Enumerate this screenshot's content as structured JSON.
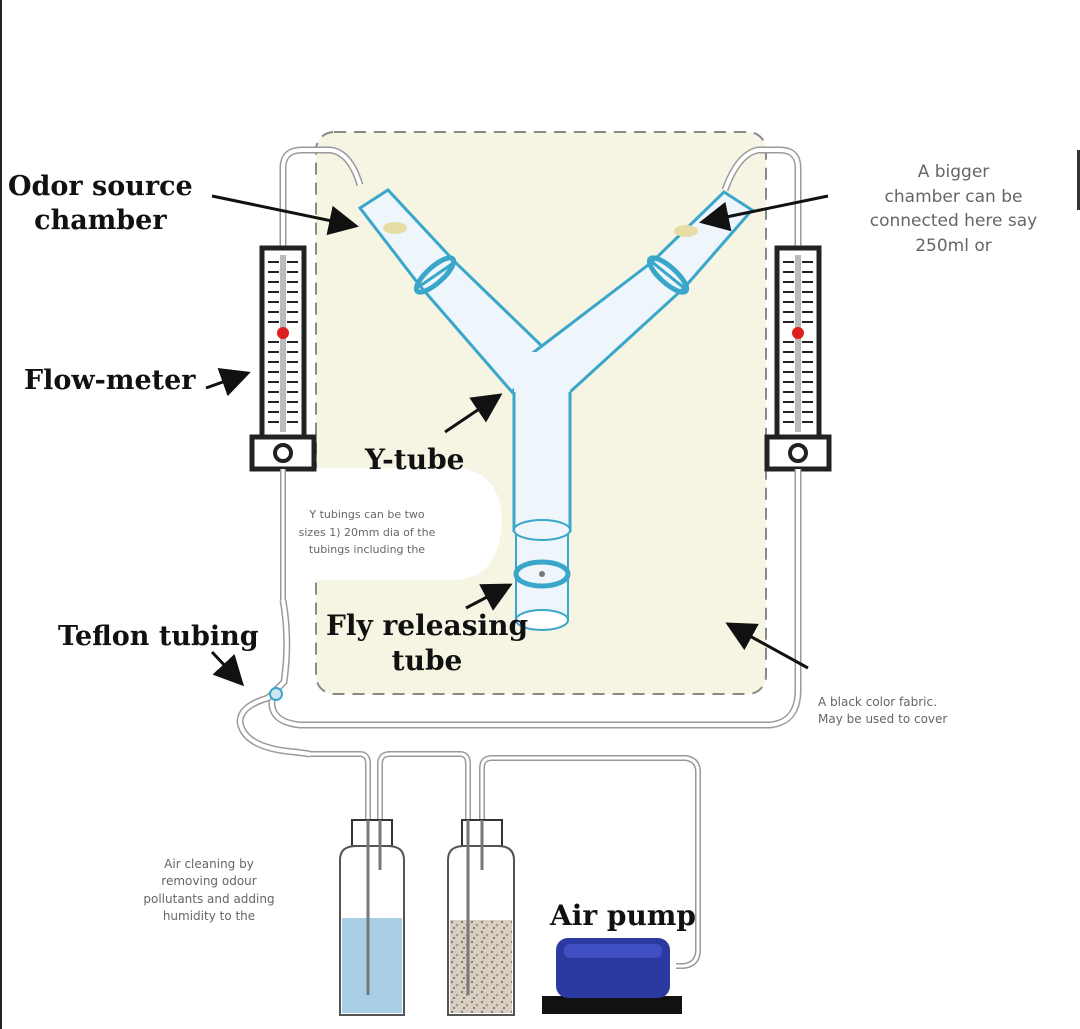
{
  "labels": {
    "odor_source": [
      "Odor source",
      "chamber"
    ],
    "flow_meter": "Flow-meter",
    "y_tube": "Y-tube",
    "fly_releasing": [
      "Fly releasing",
      "tube"
    ],
    "teflon": "Teflon tubing",
    "air_pump": "Air pump"
  },
  "notes": {
    "bigger_chamber": [
      "A bigger",
      "chamber can be",
      "connected here say",
      "250ml or"
    ],
    "y_tubings": [
      "Y tubings can be two",
      "sizes 1) 20mm dia of the",
      "tubings including the"
    ],
    "black_fabric": [
      "A black color fabric.",
      "May be used to cover"
    ],
    "air_cleaning": [
      "Air cleaning by",
      "removing odour",
      "pollutants and adding",
      "humidity to the"
    ]
  },
  "colors": {
    "chamber_fill": "#f6f4e3",
    "dash_border": "#8a8a8a",
    "tube_outline": "#3aa6c9",
    "tube_fill": "#eef6fb",
    "pump_blue": "#2b3aa0",
    "water": "#a9cfe6",
    "marker_red": "#e02020"
  },
  "icons": {
    "flow_meter": "flow-meter-icon",
    "bottle": "wash-bottle-icon",
    "pump": "air-pump-icon"
  }
}
